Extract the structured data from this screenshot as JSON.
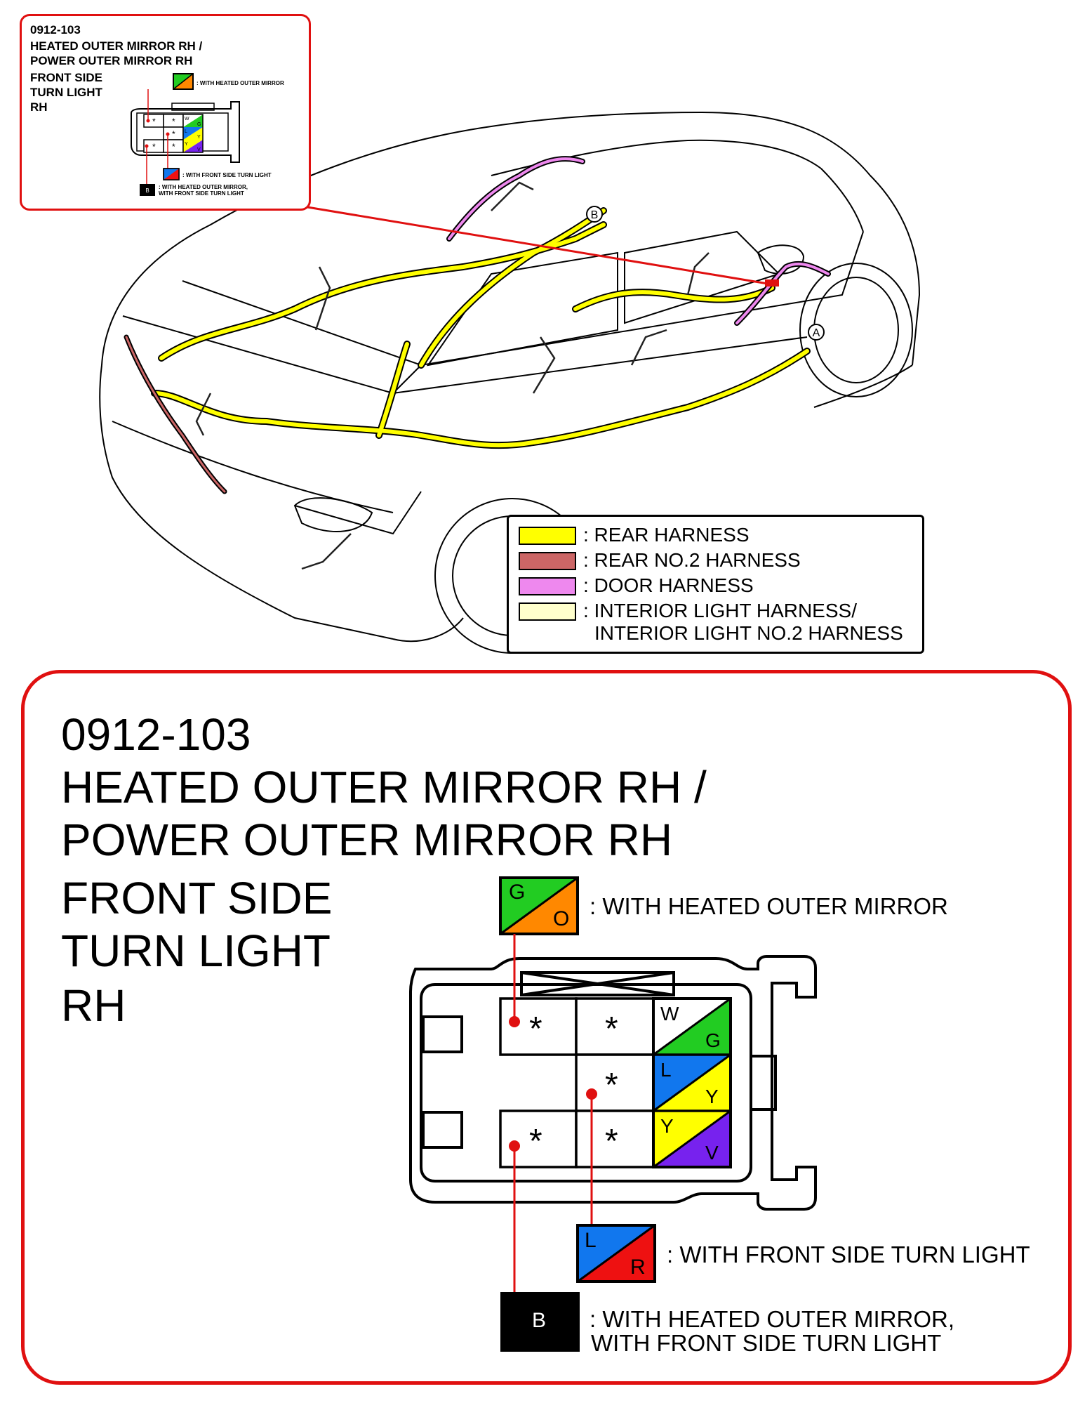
{
  "inset": {
    "code": "0912-103",
    "title_line1": "HEATED OUTER MIRROR RH /",
    "title_line2": "POWER OUTER MIRROR RH",
    "sub_line1": "FRONT SIDE",
    "sub_line2": "TURN LIGHT",
    "sub_line3": "RH"
  },
  "main": {
    "code": "0912-103",
    "title_line1": "HEATED OUTER MIRROR RH /",
    "title_line2": "POWER OUTER MIRROR RH",
    "sub_line1": "FRONT SIDE",
    "sub_line2": "TURN LIGHT",
    "sub_line3": "RH"
  },
  "connector": {
    "empty_mark": "*",
    "cells": [
      {
        "top": "W",
        "bottom": "G",
        "top_color": "#ffffff",
        "bottom_color": "#22cc22"
      },
      {
        "top": "L",
        "bottom": "Y",
        "top_color": "#1177ee",
        "bottom_color": "#ffff00"
      },
      {
        "top": "Y",
        "bottom": "V",
        "top_color": "#ffff00",
        "bottom_color": "#7722ee"
      }
    ]
  },
  "wire_notes": [
    {
      "top": "G",
      "bottom": "O",
      "top_color": "#22cc22",
      "bottom_color": "#ff8800",
      "note": ": WITH HEATED OUTER MIRROR"
    },
    {
      "top": "L",
      "bottom": "R",
      "top_color": "#1177ee",
      "bottom_color": "#ee1111",
      "note": ": WITH FRONT SIDE TURN LIGHT"
    },
    {
      "label": "B",
      "color": "#000000",
      "note_line1": ": WITH HEATED OUTER MIRROR,",
      "note_line2": "WITH FRONT SIDE TURN LIGHT"
    }
  ],
  "legend": [
    {
      "label": ": REAR HARNESS",
      "color": "#ffff00"
    },
    {
      "label": ": REAR NO.2 HARNESS",
      "color": "#cc6666"
    },
    {
      "label": ": DOOR HARNESS",
      "color": "#ee88ee"
    },
    {
      "label_line1": ": INTERIOR LIGHT HARNESS/",
      "label_line2": "INTERIOR LIGHT NO.2 HARNESS",
      "color": "#ffffcc"
    }
  ],
  "callouts": [
    "A",
    "B"
  ],
  "colors": {
    "frame_red": "#e01010",
    "pointer_red": "#e01010"
  }
}
